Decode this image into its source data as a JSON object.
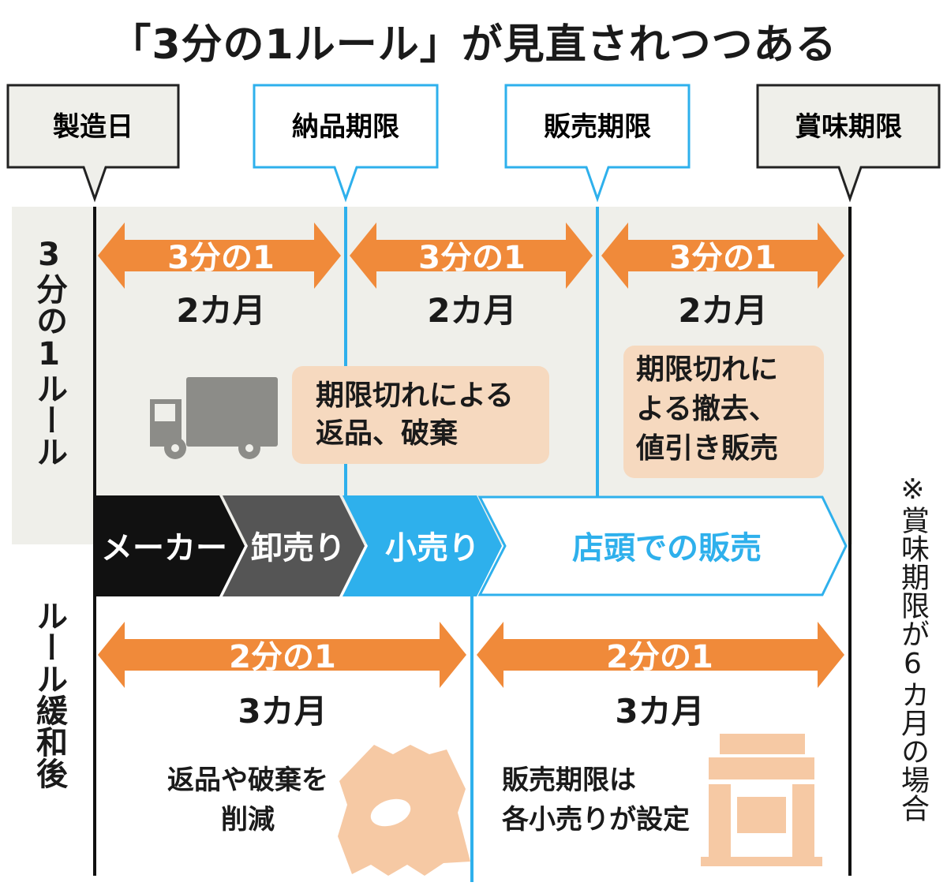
{
  "title": "「3分の1ルール」が見直されつつある",
  "markers": {
    "manufacture": "製造日",
    "delivery_deadline": "納品期限",
    "sales_deadline": "販売期限",
    "best_before": "賞味期限"
  },
  "old_rule": {
    "label": "3分の1ルール",
    "segments": [
      {
        "fraction": "3分の1",
        "duration": "2カ月"
      },
      {
        "fraction": "3分の1",
        "duration": "2カ月"
      },
      {
        "fraction": "3分の1",
        "duration": "2カ月"
      }
    ],
    "note_delivery": "期限切れによる\n返品、破棄",
    "note_sales": "期限切れに\nよる撤去、\n値引き販売"
  },
  "flow": {
    "maker": "メーカー",
    "wholesale": "卸売り",
    "retail": "小売り",
    "store_sales": "店頭での販売"
  },
  "new_rule": {
    "label": "ルール緩和後",
    "segments": [
      {
        "fraction": "2分の1",
        "duration": "3カ月"
      },
      {
        "fraction": "2分の1",
        "duration": "3カ月"
      }
    ],
    "note_left": "返品や破棄を\n削減",
    "note_right": "販売期限は\n各小売りが設定"
  },
  "footnote": "※賞味期限が6カ月の場合",
  "colors": {
    "orange": "#f08a3a",
    "blue": "#2eb0ec",
    "gray_band": "#efefea",
    "black": "#111111",
    "dark_gray": "#555555",
    "light_orange": "#f6d9bf",
    "icon_gray": "#8c8c88"
  },
  "icons": [
    "truck-icon",
    "snack-bag-icon",
    "store-icon"
  ]
}
